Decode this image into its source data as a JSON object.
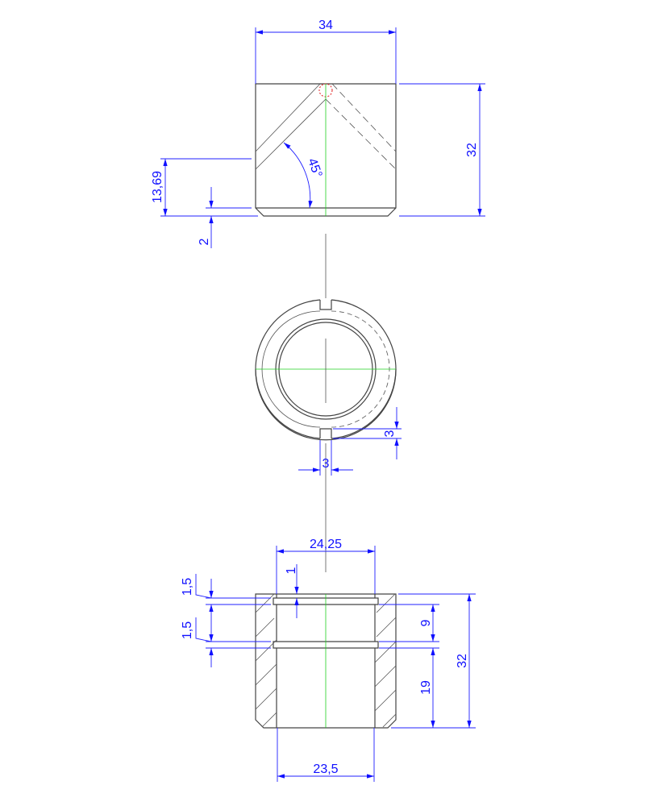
{
  "dimensions": {
    "top_width": "34",
    "top_height": "32",
    "hole_height": "13,69",
    "chamfer": "2",
    "angle": "45°",
    "slot_depth": "3",
    "slot_width": "3",
    "inner_upper_diameter": "24,25",
    "inner_lower_diameter": "23,5",
    "groove_offset": "1",
    "groove1_width": "1,5",
    "groove2_width": "1,5",
    "groove_spacing": "9",
    "bore_length": "19",
    "section_height": "32"
  },
  "colors": {
    "dimension": "#1010ff",
    "centerline": "#20d020",
    "outline": "#444444"
  }
}
